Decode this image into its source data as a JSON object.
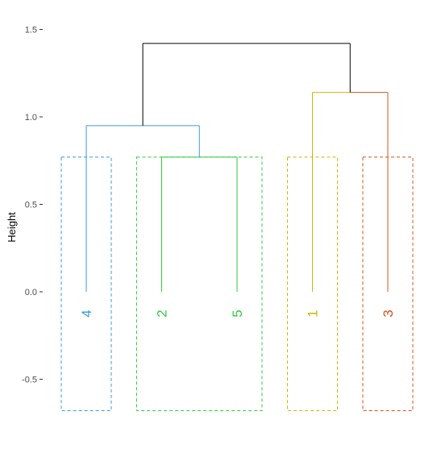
{
  "chart_data": {
    "type": "dendrogram",
    "ylabel": "Height",
    "ylim": [
      -0.68,
      1.5
    ],
    "y_ticks": [
      {
        "value": 1.5,
        "label": "1.5"
      },
      {
        "value": 1.0,
        "label": "1.0"
      },
      {
        "value": 0.5,
        "label": "0.5"
      },
      {
        "value": 0.0,
        "label": "0.0"
      },
      {
        "value": -0.5,
        "label": "-0.5"
      }
    ],
    "grid": false,
    "leaves": [
      {
        "label": "4",
        "color": "#3a9bd5"
      },
      {
        "label": "2",
        "color": "#2ecc40"
      },
      {
        "label": "5",
        "color": "#2ecc40"
      },
      {
        "label": "1",
        "color": "#d4b400"
      },
      {
        "label": "3",
        "color": "#d9531e"
      }
    ],
    "merges": [
      {
        "left": "2",
        "right": "5",
        "height": 0.77,
        "color": "#2ecc40"
      },
      {
        "left": "4",
        "right": "2,5",
        "height": 0.95,
        "color": "#3a9bd5"
      },
      {
        "left": "1",
        "right": "3",
        "height": 1.14,
        "color_left": "#d4b400",
        "color_right": "#d9531e"
      },
      {
        "left": "4,2,5",
        "right": "1,3",
        "height": 1.42,
        "color": "#000000"
      }
    ],
    "cluster_boxes": [
      {
        "leaves": [
          "4"
        ],
        "color": "#3a9bd5",
        "top": 0.77,
        "bottom": -0.68
      },
      {
        "leaves": [
          "2",
          "5"
        ],
        "color": "#2ecc40",
        "top": 0.77,
        "bottom": -0.68
      },
      {
        "leaves": [
          "1"
        ],
        "color": "#d4b400",
        "top": 0.77,
        "bottom": -0.68
      },
      {
        "leaves": [
          "3"
        ],
        "color": "#d9531e",
        "top": 0.77,
        "bottom": -0.68
      }
    ]
  }
}
